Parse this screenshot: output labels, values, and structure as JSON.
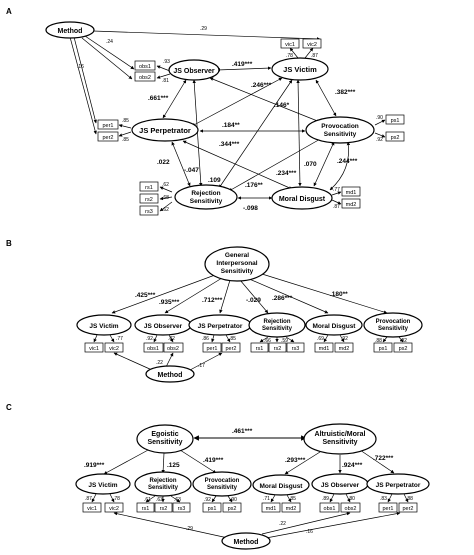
{
  "panels": {
    "A": {
      "letter": "A",
      "nodes": {
        "method": "Method",
        "js_observer": "JS Observer",
        "js_victim": "JS Victim",
        "js_perpetrator": "JS Perpetrator",
        "provocation_line1": "Provocation",
        "provocation_line2": "Sensitivity",
        "rejection_line1": "Rejection",
        "rejection_line2": "Sensitivity",
        "moral_disgust": "Moral Disgust"
      },
      "indicators": {
        "obs1": "obs1",
        "obs2": "obs2",
        "vic1": "vic1",
        "vic2": "vic2",
        "per1": "per1",
        "per2": "per2",
        "ps1": "ps1",
        "ps2": "ps2",
        "rs1": "rs1",
        "rs2": "rs2",
        "rs3": "rs3",
        "md1": "md1",
        "md2": "md2"
      },
      "loadings": {
        "obs1": ".93",
        "obs2": ".81",
        "vic1": ".78",
        "vic2": ".87",
        "per1": ".85",
        "per2": ".85",
        "ps1": ".90",
        "ps2": ".92",
        "rs1": ".62",
        "rs2": ".68",
        "rs3": ".62",
        "md1": ".77",
        "md2": ".87"
      },
      "coefficients": {
        "method_vic2": ".29",
        "method_obs": ".24",
        "method_per": ".16",
        "obs_vic": ".419***",
        "obs_per": ".661***",
        "obs_prov": ".246***",
        "per_vic": ".146*",
        "vic_prov": ".382***",
        "per_prov": ".184**",
        "per_md": ".344***",
        "per_rej": ".022",
        "obs_rej": "-.047",
        "vic_rej": ".109",
        "rej_prov": ".176**",
        "vic_md": ".234***",
        "prov_md": ".070",
        "prov_md2": ".244***",
        "rej_md": "-.098"
      }
    },
    "B": {
      "letter": "B",
      "general_line1": "General",
      "general_line2": "Interpersonal",
      "general_line3": "Sensitivity",
      "factors": [
        "JS Victim",
        "JS Observer",
        "JS Perpetrator",
        "Rejection",
        "Moral Disgust",
        "Provocation"
      ],
      "factor_line2": {
        "rejection": "Sensitivity",
        "provocation": "Sensitivity"
      },
      "method": "Method",
      "loadings_top": [
        ".425***",
        ".935***",
        ".712***",
        "-.029",
        ".286***",
        ".180**"
      ],
      "indicators": [
        "vic1",
        "vic2",
        "obs1",
        "obs2",
        "per1",
        "per2",
        "rs1",
        "rs2",
        "rs3",
        "md1",
        "md2",
        "ps1",
        "ps2"
      ],
      "ind_loadings": [
        ".77",
        ".92",
        ".82",
        ".86",
        ".85",
        ".66",
        ".59",
        ".69",
        ".92",
        ".88",
        ".92"
      ],
      "method_coefs": [
        ".22",
        ".17"
      ]
    },
    "C": {
      "letter": "C",
      "egoistic_line1": "Egoistic",
      "egoistic_line2": "Sensitivity",
      "altruistic_line1": "Altruistic/Moral",
      "altruistic_line2": "Sensitivity",
      "corr": ".461***",
      "factors": [
        "JS Victim",
        "Rejection",
        "Provocation",
        "Moral Disgust",
        "JS Observer",
        "JS Perpetrator"
      ],
      "factor_line2": {
        "rejection": "Sensitivity",
        "provocation": "Sensitivity"
      },
      "method": "Method",
      "loadings_top": [
        ".919***",
        ".125",
        ".419***",
        ".293***",
        ".924***",
        ".722***"
      ],
      "indicators": [
        "vic1",
        "vic2",
        "rs1",
        "rs2",
        "rs3",
        "ps1",
        "ps2",
        "md1",
        "md2",
        "obs1",
        "obs2",
        "per1",
        "per2"
      ],
      "ind_loadings": [
        ".87",
        ".78",
        ".61",
        ".63",
        ".63",
        ".92",
        ".90",
        ".71",
        ".85",
        ".89",
        ".80",
        ".83",
        ".88"
      ],
      "method_coefs": [
        ".29",
        ".16",
        ".22"
      ]
    }
  }
}
